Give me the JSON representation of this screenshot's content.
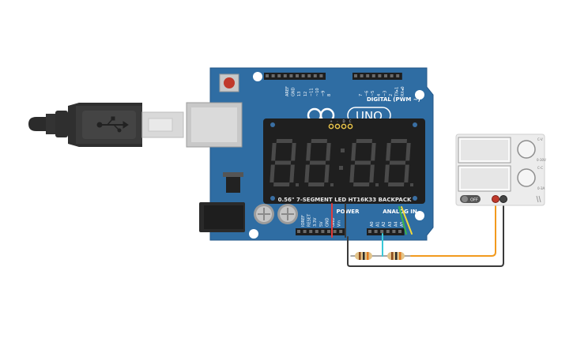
{
  "board": {
    "logo_text": "UNO",
    "digital_label": "DIGITAL (PWM ~)",
    "power_label": "POWER",
    "analog_label": "ANALOG IN",
    "top_pins": [
      "AREF",
      "GND",
      "13",
      "12",
      "~11",
      "~10",
      "~9",
      "8",
      "7",
      "~6",
      "~5",
      "4",
      "~3",
      "2",
      "TX▸1",
      "RX◂0"
    ],
    "power_pins": [
      "IOREF",
      "RESET",
      "3.3V",
      "5V",
      "GND",
      "GND",
      "Vin"
    ],
    "analog_pins": [
      "A0",
      "A1",
      "A2",
      "A3",
      "A4",
      "A5"
    ]
  },
  "display": {
    "label": "0.56\" 7-SEGMENT LED HT16K33 BACKPACK",
    "header_pins": [
      "+",
      "-",
      "D",
      "C"
    ],
    "digits": [
      "8",
      "8",
      "8",
      "8"
    ],
    "segment_color": "#4a4a4a"
  },
  "power_supply": {
    "switch_label": "OFF",
    "knob_labels": [
      "C-V",
      "0-30V",
      "C-C",
      "0-3A"
    ]
  },
  "wires": {
    "colors": {
      "orange": "#f29a1e",
      "black": "#3a3a3a",
      "red": "#e03b3b",
      "cyan": "#38c8d8",
      "green": "#3ab54a",
      "yellow": "#f3d83a"
    }
  }
}
